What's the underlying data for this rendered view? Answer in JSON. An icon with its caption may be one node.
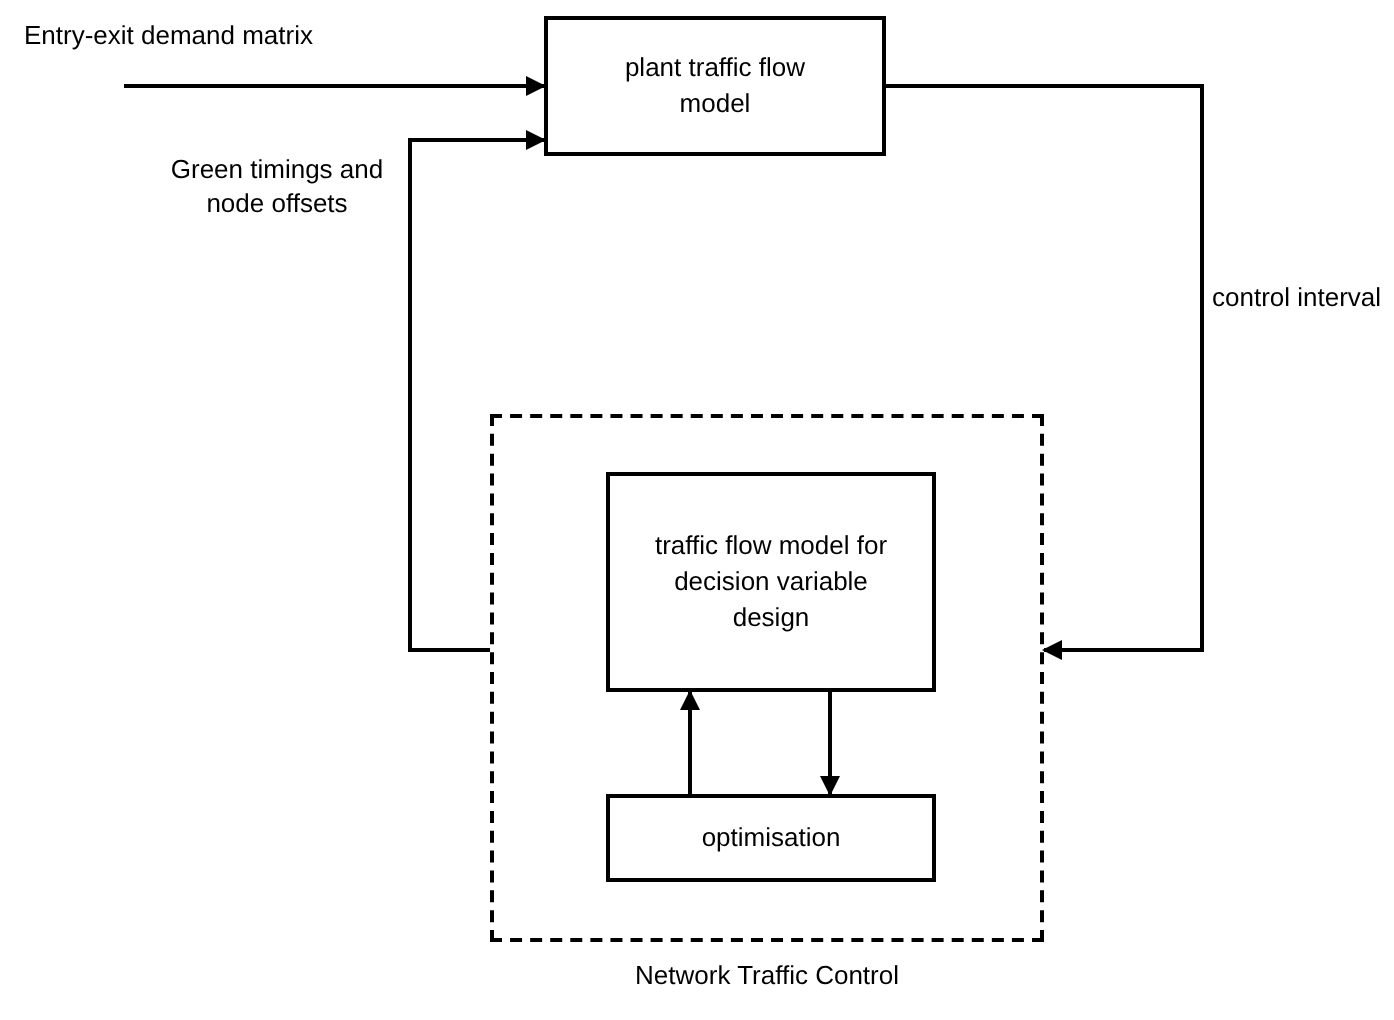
{
  "diagram": {
    "nodes": [
      {
        "text": [
          "plant traffic flow model"
        ]
      },
      {
        "text": [
          "Network Traffic Control"
        ]
      },
      {
        "text": [
          "traffic flow model for decision variable design"
        ],
        "in": 1
      },
      {
        "text": [
          "optimisation"
        ],
        "in": 1
      }
    ],
    "edges": [
      {
        "from": null,
        "to": 0,
        "arrow": "to",
        "label": "Entry-exit demand matrix"
      },
      {
        "from": 1,
        "to": 0,
        "arrow": "to",
        "label": "Green timings and node offsets"
      },
      {
        "from": 0,
        "to": 1,
        "arrow": "to",
        "label": "control interval"
      },
      {
        "from": 3,
        "to": 2,
        "arrow": "to"
      },
      {
        "from": 2,
        "to": 3,
        "arrow": "to"
      }
    ]
  }
}
